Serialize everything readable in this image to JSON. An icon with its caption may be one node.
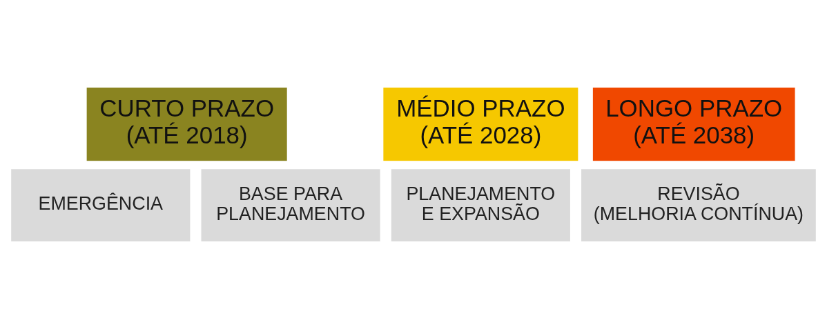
{
  "diagram": {
    "nodes": [
      {
        "text": [
          "CURTO PRAZO",
          "(ATÉ 2018)"
        ]
      },
      {
        "text": [
          "MÉDIO PRAZO",
          "(ATÉ 2028)"
        ]
      },
      {
        "text": [
          "LONGO PRAZO",
          "(ATÉ 2038)"
        ]
      },
      {
        "text": [
          "EMERGÊNCIA"
        ]
      },
      {
        "text": [
          "BASE PARA PLANEJAMENTO"
        ]
      },
      {
        "text": [
          "PLANEJAMENTO E EXPANSÃO"
        ]
      },
      {
        "text": [
          "REVISÃO (MELHORIA CONTÍNUA)"
        ]
      }
    ],
    "edges": []
  }
}
